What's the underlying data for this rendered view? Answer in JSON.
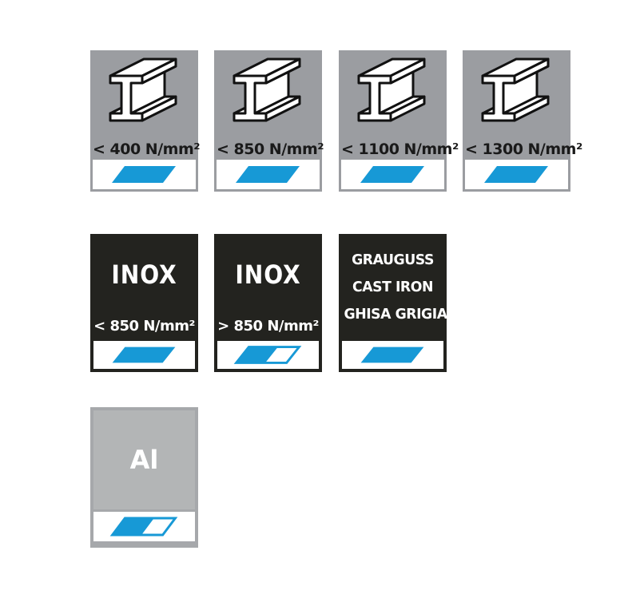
{
  "panel": {
    "description_colors": {
      "steel_tile_bg": "#9b9da1",
      "dark_tile_bg": "#23231f",
      "aluminium_frame_bg": "#a6a8ab",
      "aluminium_inner_bg": "#b3b5b6",
      "marker_blue": "#1799d6",
      "strip_bg": "#ffffff",
      "steel_text": "#1a1a1a",
      "dark_text": "#ffffff"
    }
  },
  "steel_tiles": [
    {
      "label": "< 400 N/mm²",
      "marker": "solid"
    },
    {
      "label": "< 850 N/mm²",
      "marker": "solid"
    },
    {
      "label": "< 1100 N/mm²",
      "marker": "solid"
    },
    {
      "label": "< 1300 N/mm²",
      "marker": "solid"
    }
  ],
  "inox_tiles": [
    {
      "title": "INOX",
      "label": "< 850 N/mm²",
      "marker": "solid"
    },
    {
      "title": "INOX",
      "label": "> 850 N/mm²",
      "marker": "split"
    }
  ],
  "cast_iron_tile": {
    "lines": [
      "GRAUGUSS",
      "CAST IRON",
      "GHISA GRIGIA"
    ],
    "marker": "solid"
  },
  "aluminium_tile": {
    "label": "Al",
    "marker": "split"
  }
}
